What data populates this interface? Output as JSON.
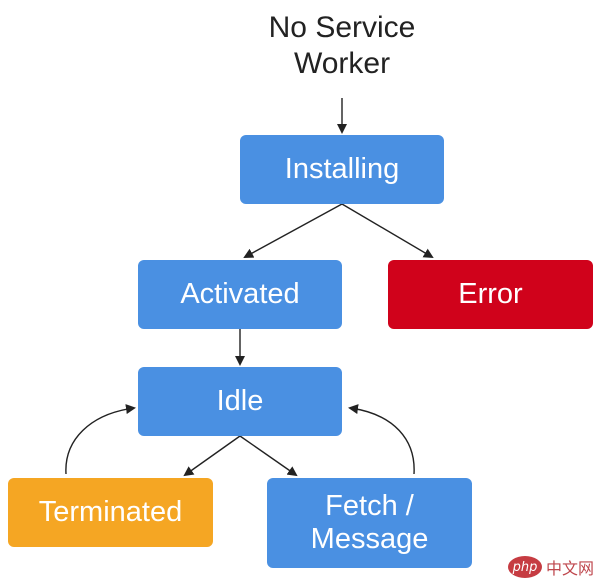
{
  "diagram": {
    "start": {
      "lines": [
        "No Service",
        "Worker"
      ]
    },
    "nodes": {
      "installing": {
        "lines": [
          "Installing"
        ],
        "color": "#4a90e2"
      },
      "activated": {
        "lines": [
          "Activated"
        ],
        "color": "#4a90e2"
      },
      "error": {
        "lines": [
          "Error"
        ],
        "color": "#d0021b"
      },
      "idle": {
        "lines": [
          "Idle"
        ],
        "color": "#4a90e2"
      },
      "terminated": {
        "lines": [
          "Terminated"
        ],
        "color": "#f5a623"
      },
      "fetch": {
        "lines": [
          "Fetch /",
          "Message"
        ],
        "color": "#4a90e2"
      }
    },
    "edges": [
      {
        "from": "start",
        "to": "installing"
      },
      {
        "from": "installing",
        "to": "activated"
      },
      {
        "from": "installing",
        "to": "error"
      },
      {
        "from": "activated",
        "to": "idle"
      },
      {
        "from": "idle",
        "to": "terminated"
      },
      {
        "from": "idle",
        "to": "fetch"
      },
      {
        "from": "terminated",
        "to": "idle"
      },
      {
        "from": "fetch",
        "to": "idle"
      }
    ]
  },
  "watermark": {
    "logo_text": "php",
    "site_text": "中文网"
  }
}
